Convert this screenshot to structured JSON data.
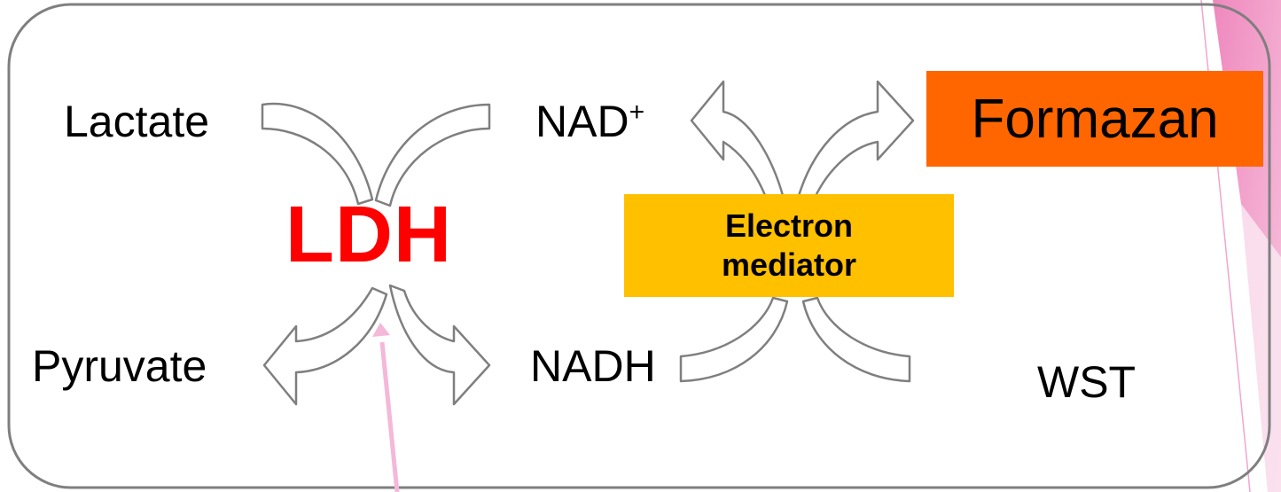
{
  "diagram": {
    "labels": {
      "lactate": "Lactate",
      "pyruvate": "Pyruvate",
      "nad": "NAD",
      "nad_superscript": "+",
      "nadh": "NADH",
      "wst": "WST",
      "ldh": "LDH",
      "formazan": "Formazan",
      "electron_mediator_line1": "Electron",
      "electron_mediator_line2": "mediator"
    },
    "colors": {
      "ldh_text": "#ff0000",
      "formazan_box": "#ff6600",
      "mediator_box": "#ffc000",
      "frame_stroke": "#7f7f7f",
      "pink_arrow": "#f4b8d8",
      "slide_accent": "#ef88be"
    }
  }
}
